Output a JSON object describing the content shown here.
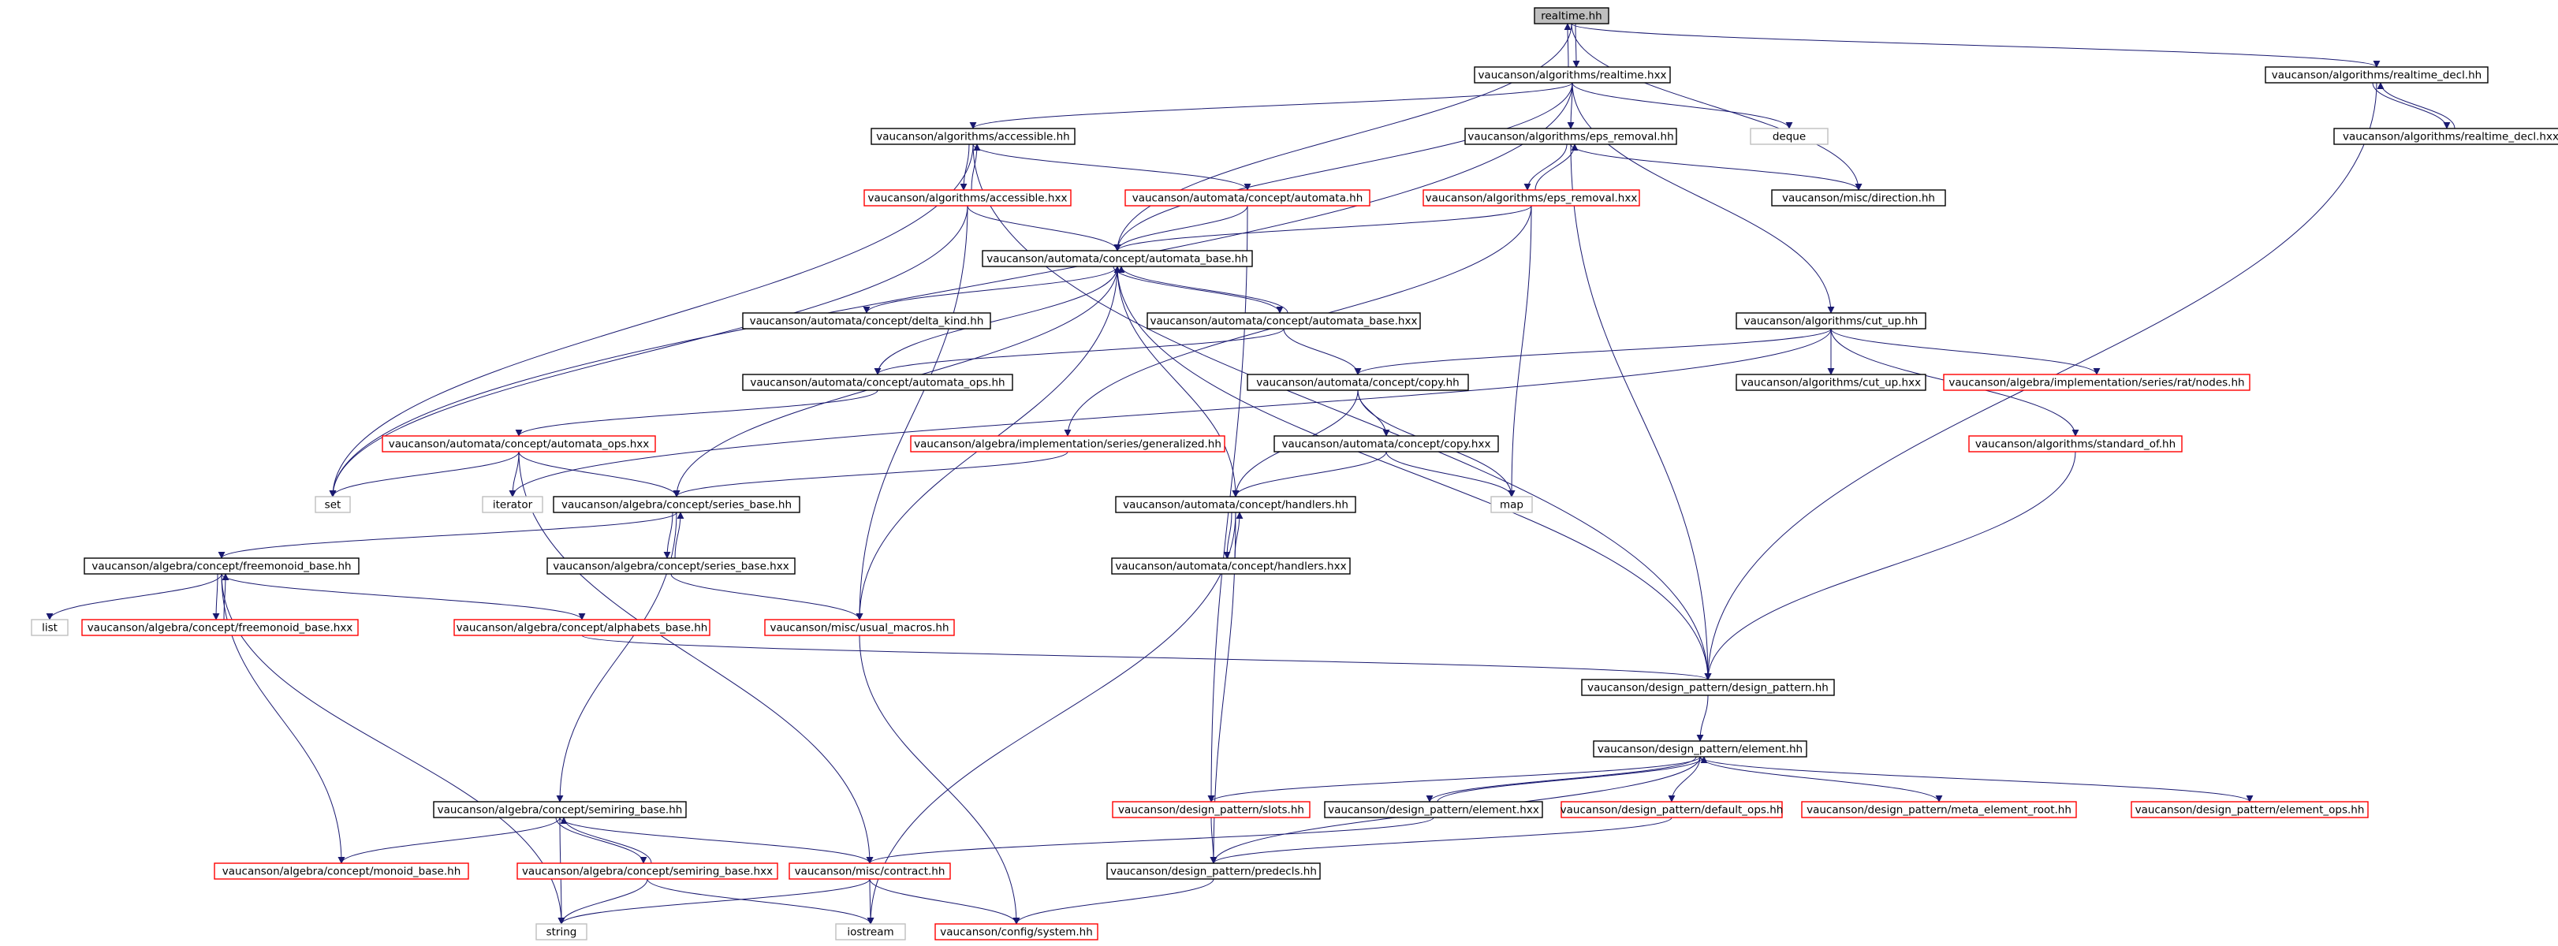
{
  "colors": {
    "edge": "#191970",
    "border_default": "#000000",
    "border_incomplete": "#ff0000",
    "border_external": "#bfbfbf",
    "fill_root": "#bfbfbf",
    "fill_default": "#ffffff"
  },
  "nodes": {
    "realtime_hh": "realtime.hh",
    "alg_realtime_hxx": "vaucanson/algorithms/realtime.hxx",
    "alg_realtime_decl_hh": "vaucanson/algorithms/realtime_decl.hh",
    "alg_realtime_decl_hxx": "vaucanson/algorithms/realtime_decl.hxx",
    "alg_accessible_hh": "vaucanson/algorithms/accessible.hh",
    "alg_eps_removal_hh": "vaucanson/algorithms/eps_removal.hh",
    "deque": "deque",
    "alg_accessible_hxx": "vaucanson/algorithms/accessible.hxx",
    "aut_concept_automata_hh": "vaucanson/automata/concept/automata.hh",
    "alg_eps_removal_hxx": "vaucanson/algorithms/eps_removal.hxx",
    "misc_direction_hh": "vaucanson/misc/direction.hh",
    "aut_automata_base_hh": "vaucanson/automata/concept/automata_base.hh",
    "aut_delta_kind_hh": "vaucanson/automata/concept/delta_kind.hh",
    "aut_automata_base_hxx": "vaucanson/automata/concept/automata_base.hxx",
    "alg_cut_up_hh": "vaucanson/algorithms/cut_up.hh",
    "aut_automata_ops_hh": "vaucanson/automata/concept/automata_ops.hh",
    "aut_copy_hh": "vaucanson/automata/concept/copy.hh",
    "alg_cut_up_hxx": "vaucanson/algorithms/cut_up.hxx",
    "alg_impl_rat_nodes_hh": "vaucanson/algebra/implementation/series/rat/nodes.hh",
    "aut_automata_ops_hxx": "vaucanson/automata/concept/automata_ops.hxx",
    "alg_impl_generalized_hh": "vaucanson/algebra/implementation/series/generalized.hh",
    "aut_copy_hxx": "vaucanson/automata/concept/copy.hxx",
    "alg_standard_of_hh": "vaucanson/algorithms/standard_of.hh",
    "set": "set",
    "iterator": "iterator",
    "alg_series_base_hh": "vaucanson/algebra/concept/series_base.hh",
    "aut_handlers_hh": "vaucanson/automata/concept/handlers.hh",
    "map": "map",
    "alg_freemonoid_base_hh": "vaucanson/algebra/concept/freemonoid_base.hh",
    "alg_series_base_hxx": "vaucanson/algebra/concept/series_base.hxx",
    "aut_handlers_hxx": "vaucanson/automata/concept/handlers.hxx",
    "list": "list",
    "alg_freemonoid_base_hxx": "vaucanson/algebra/concept/freemonoid_base.hxx",
    "alg_alphabets_base_hh": "vaucanson/algebra/concept/alphabets_base.hh",
    "misc_usual_macros_hh": "vaucanson/misc/usual_macros.hh",
    "dp_design_pattern_hh": "vaucanson/design_pattern/design_pattern.hh",
    "dp_element_hh": "vaucanson/design_pattern/element.hh",
    "alg_semiring_base_hh": "vaucanson/algebra/concept/semiring_base.hh",
    "dp_slots_hh": "vaucanson/design_pattern/slots.hh",
    "dp_element_hxx": "vaucanson/design_pattern/element.hxx",
    "dp_default_ops_hh": "vaucanson/design_pattern/default_ops.hh",
    "dp_meta_element_root_hh": "vaucanson/design_pattern/meta_element_root.hh",
    "dp_element_ops_hh": "vaucanson/design_pattern/element_ops.hh",
    "alg_monoid_base_hh": "vaucanson/algebra/concept/monoid_base.hh",
    "alg_semiring_base_hxx": "vaucanson/algebra/concept/semiring_base.hxx",
    "misc_contract_hh": "vaucanson/misc/contract.hh",
    "dp_predecls_hh": "vaucanson/design_pattern/predecls.hh",
    "string": "string",
    "iostream": "iostream",
    "config_system_hh": "vaucanson/config/system.hh"
  }
}
